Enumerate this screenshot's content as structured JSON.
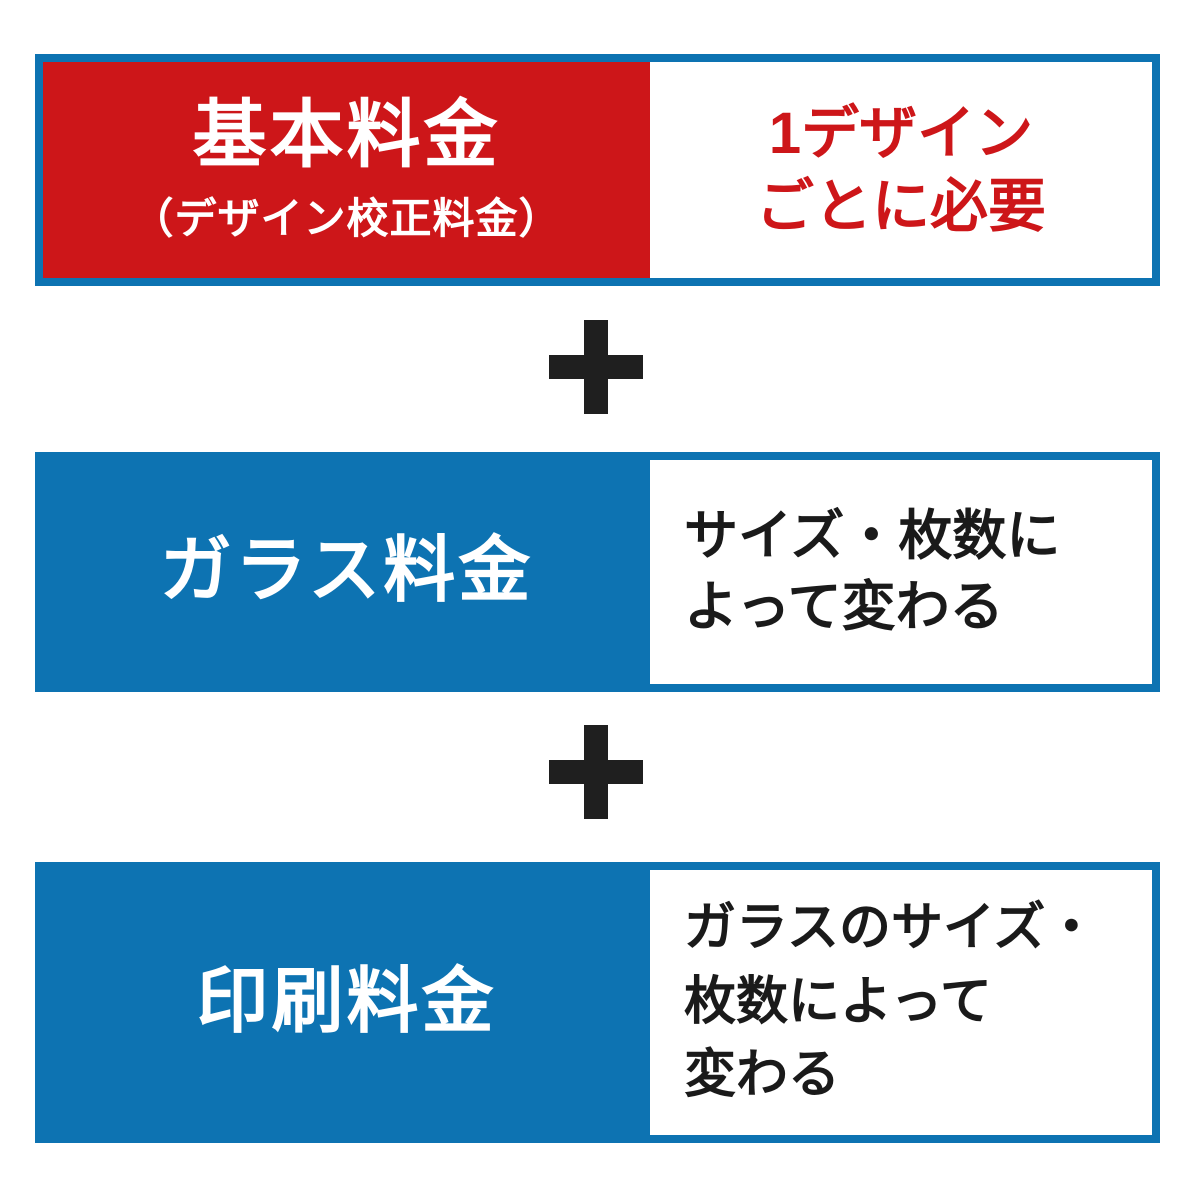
{
  "colors": {
    "blue": "#0d73b2",
    "red": "#cd1619",
    "plus_dark": "#1f1f1f",
    "text_black": "#1a1a1a",
    "white_panel": "#ffffff"
  },
  "operator": {
    "symbol": "+",
    "name": "plus"
  },
  "rows": [
    {
      "id": "basic-fee",
      "left": {
        "title": "基本料金",
        "subtitle": "（デザイン校正料金）"
      },
      "right": {
        "lines": [
          "1デザイン",
          "ごとに必要"
        ],
        "text_color": "#cd1619"
      }
    },
    {
      "id": "glass-fee",
      "left": {
        "title": "ガラス料金"
      },
      "right": {
        "lines": [
          "サイズ・枚数に",
          "よって変わる"
        ],
        "text_color": "#1a1a1a"
      }
    },
    {
      "id": "print-fee",
      "left": {
        "title": "印刷料金"
      },
      "right": {
        "lines": [
          "ガラスのサイズ・",
          "枚数によって",
          "変わる"
        ],
        "text_color": "#1a1a1a"
      }
    }
  ]
}
